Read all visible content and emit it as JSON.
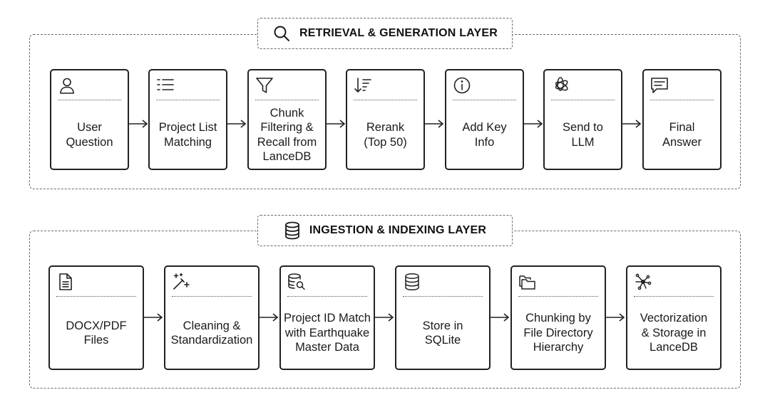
{
  "retrieval_layer": {
    "title": "RETRIEVAL & GENERATION LAYER",
    "header_icon": "search-icon",
    "steps": [
      {
        "label": "User\nQuestion",
        "icon": "user-icon"
      },
      {
        "label": "Project List\nMatching",
        "icon": "list-icon"
      },
      {
        "label": "Chunk\nFiltering &\nRecall from\nLanceDB",
        "icon": "filter-icon"
      },
      {
        "label": "Rerank\n(Top 50)",
        "icon": "sort-descending-icon"
      },
      {
        "label": "Add Key\nInfo",
        "icon": "info-icon"
      },
      {
        "label": "Send to\nLLM",
        "icon": "openai-icon"
      },
      {
        "label": "Final\nAnswer",
        "icon": "message-icon"
      }
    ]
  },
  "ingestion_layer": {
    "title": "INGESTION & INDEXING LAYER",
    "header_icon": "database-icon",
    "steps": [
      {
        "label": "DOCX/PDF\nFiles",
        "icon": "document-icon"
      },
      {
        "label": "Cleaning &\nStandardization",
        "icon": "magic-wand-icon"
      },
      {
        "label": "Project ID Match\nwith Earthquake\nMaster Data",
        "icon": "database-search-icon"
      },
      {
        "label": "Store in\nSQLite",
        "icon": "database-icon"
      },
      {
        "label": "Chunking by\nFile Directory\nHierarchy",
        "icon": "folders-icon"
      },
      {
        "label": "Vectorization\n& Storage in\nLanceDB",
        "icon": "vector-network-icon"
      }
    ]
  },
  "colors": {
    "stroke": "#222222",
    "dashed_border": "#6a6a6a",
    "background": "#ffffff"
  }
}
